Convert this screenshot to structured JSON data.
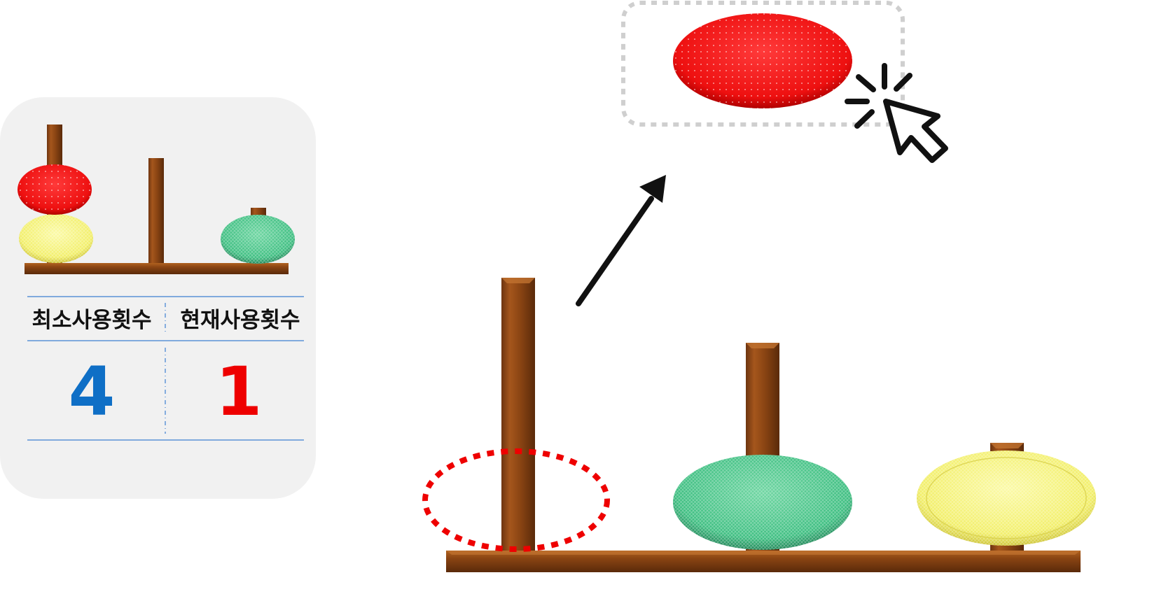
{
  "game": "Tower of Hanoi",
  "mini_preview": {
    "pegs": [
      {
        "id": "left",
        "disks": [
          "yellow",
          "red"
        ]
      },
      {
        "id": "middle",
        "disks": []
      },
      {
        "id": "right",
        "disks": [
          "green"
        ]
      }
    ]
  },
  "score_panel": {
    "min_moves_label": "최소사용횟수",
    "current_moves_label": "현재사용횟수",
    "min_moves_value": "4",
    "current_moves_value": "1"
  },
  "board": {
    "pegs": [
      {
        "id": "left",
        "disks": [],
        "highlighted_empty_slot": true
      },
      {
        "id": "middle",
        "disks": [
          "green"
        ]
      },
      {
        "id": "right",
        "disks": [
          "yellow"
        ]
      }
    ],
    "lifted_disk": "red",
    "cursor_state": "click"
  },
  "colors": {
    "panel_bg": "#f1f1f1",
    "wood": "#8b4513",
    "wood_dark": "#5e2c0a",
    "wood_light": "#c0722f",
    "disk_red": "#ee1111",
    "disk_yellow": "#f4f27a",
    "disk_green": "#3fbf82",
    "min_moves_color": "#0f6fc6",
    "current_moves_color": "#ee0000",
    "divider": "#3d7fd1",
    "highlight_dash": "#ee0000",
    "selection_dash": "#cfcfcf",
    "arrow": "#111111"
  },
  "icons": {
    "click_cursor": "cursor-click-icon",
    "move_arrow": "move-arrow-icon"
  }
}
